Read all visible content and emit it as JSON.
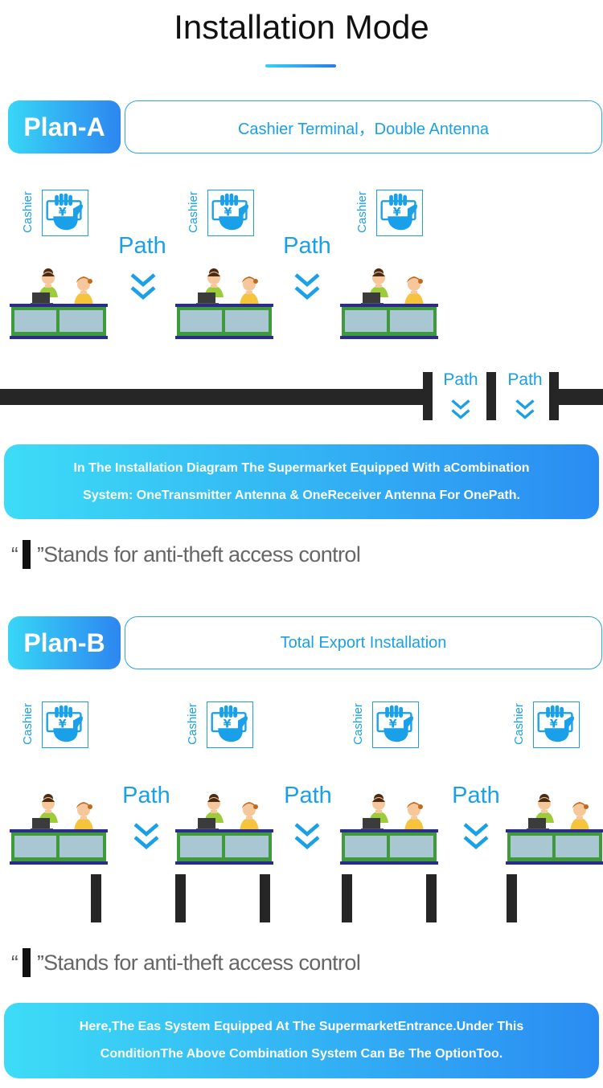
{
  "title": "Installation Mode",
  "plan_a": {
    "badge": "Plan-A",
    "description": "Cashier Terminal，Double Antenna",
    "cashier_label": "Cashier",
    "path_label": "Path",
    "banner_line1": "In The Installation Diagram The Supermarket Equipped With aCombination",
    "banner_line2": "System: OneTransmitter Antenna & OneReceiver Antenna For OnePath.",
    "legend": {
      "open_quote": "“",
      "close_quote": "”",
      "text": "Stands for anti-theft access control"
    }
  },
  "plan_b": {
    "badge": "Plan-B",
    "description": "Total Export Installation",
    "cashier_label": "Cashier",
    "path_label": "Path",
    "legend": {
      "open_quote": "“",
      "close_quote": "”",
      "text": "Stands for anti-theft access control"
    },
    "banner_line1": "Here,The Eas System Equipped At The SupermarketEntrance.Under This",
    "banner_line2": "ConditionThe Above Combination System Can Be The OptionToo."
  },
  "colors": {
    "accent_start": "#38d6f6",
    "accent_end": "#2d86f0",
    "text_blue": "#1aa0e8",
    "counter_green": "#3e9a3a",
    "counter_glass": "#a9c7d3",
    "wall": "#262626"
  },
  "icons": [
    "cashier-hand-money-icon",
    "double-chevron-down-icon",
    "cashier-counter-illustration"
  ]
}
